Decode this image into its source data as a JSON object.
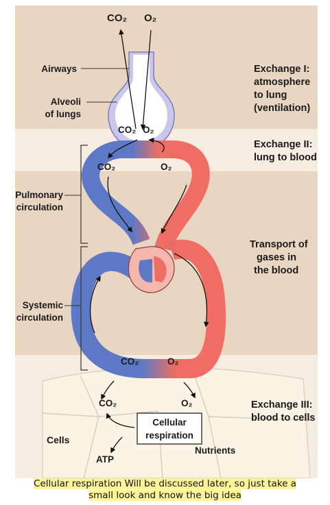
{
  "diagram": {
    "top_gases": {
      "co2": "CO₂",
      "o2": "O₂"
    },
    "left_labels": {
      "airways": "Airways",
      "alveoli_line1": "Alveoli",
      "alveoli_line2": "of lungs",
      "pulmonary_line1": "Pulmonary",
      "pulmonary_line2": "circulation",
      "systemic_line1": "Systemic",
      "systemic_line2": "circulation",
      "cells": "Cells"
    },
    "right_labels": {
      "exchange1_line1": "Exchange I:",
      "exchange1_line2": "atmosphere",
      "exchange1_line3": "to lung",
      "exchange1_line4": "(ventilation)",
      "exchange2_line1": "Exchange II:",
      "exchange2_line2": "lung to blood",
      "transport_line1": "Transport of",
      "transport_line2": "gases in",
      "transport_line3": "the blood",
      "exchange3_line1": "Exchange III:",
      "exchange3_line2": "blood to cells"
    },
    "gas_labels": {
      "alveoli_co2": "CO₂",
      "alveoli_o2": "O₂",
      "pulm_co2": "CO₂",
      "pulm_o2": "O₂",
      "sys_co2": "CO₂",
      "sys_o2": "O₂",
      "cells_co2": "CO₂",
      "cells_o2": "O₂"
    },
    "respiration_box": {
      "line1": "Cellular",
      "line2": "respiration"
    },
    "atp": "ATP",
    "nutrients": "Nutrients",
    "colors": {
      "band_dark": "#e8d6c3",
      "band_light": "#f6ece1",
      "oxygenated": "#ef6d62",
      "deoxygenated": "#5d79c6",
      "alveoli_fill": "#c9c8ec",
      "cell_fill": "#fbf3e6"
    }
  },
  "caption": {
    "line1": "Cellular respiration Will be  discussed later, so just take a",
    "line2": "small look and know the big idea"
  }
}
